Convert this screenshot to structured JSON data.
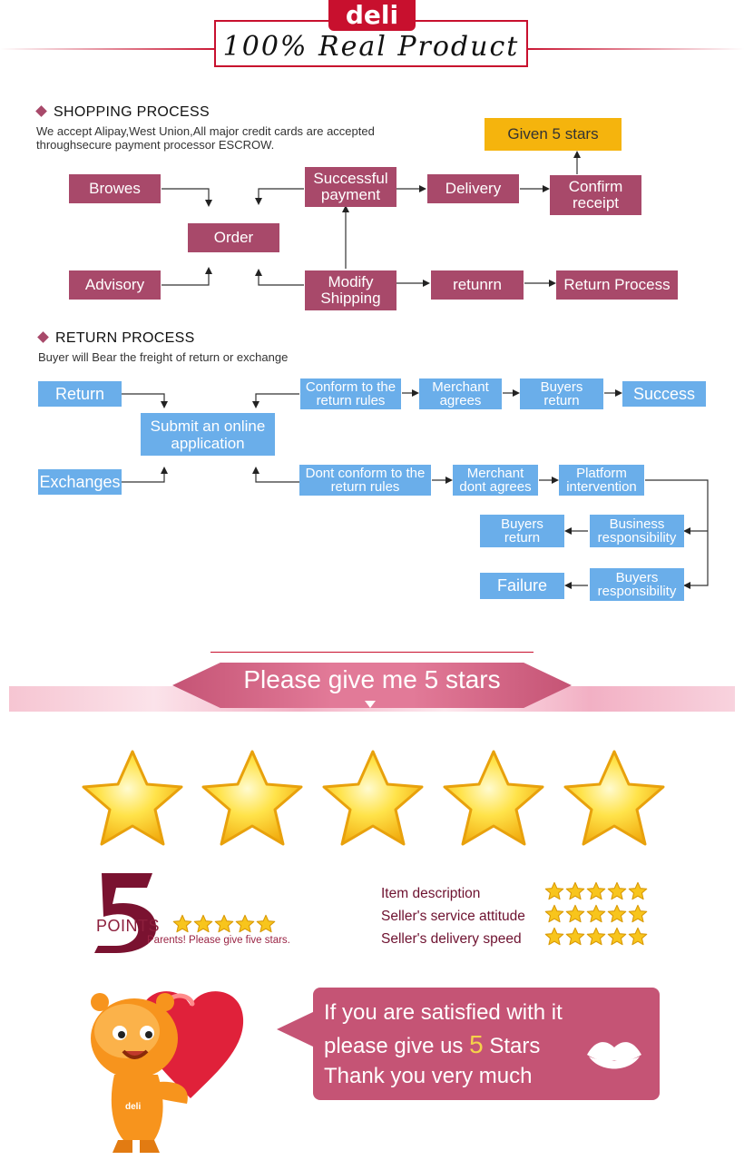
{
  "header": {
    "brand": "deli",
    "title": "100% Real Product"
  },
  "shopping": {
    "title": "SHOPPING PROCESS",
    "desc_line1": "We accept Alipay,West Union,All major credit cards are accepted",
    "desc_line2": "throughsecure payment processor ESCROW.",
    "boxes": {
      "browes": "Browes",
      "advisory": "Advisory",
      "order": "Order",
      "successful_1": "Successful",
      "successful_2": "payment",
      "delivery": "Delivery",
      "confirm_1": "Confirm",
      "confirm_2": "receipt",
      "given": "Given 5 stars",
      "modify_1": "Modify",
      "modify_2": "Shipping",
      "returnm": "retunrn",
      "return_process": "Return Process"
    }
  },
  "returns": {
    "title": "RETURN PROCESS",
    "desc": "Buyer will Bear the freight of return or exchange",
    "boxes": {
      "return": "Return",
      "exchanges": "Exchanges",
      "submit_1": "Submit an online",
      "submit_2": "application",
      "conform_1": "Conform to the",
      "conform_2": "return rules",
      "merchant_1": "Merchant",
      "merchant_2": "agrees",
      "buyers_1": "Buyers",
      "buyers_2": "return",
      "success": "Success",
      "dont_1": "Dont conform to the",
      "dont_2": "return rules",
      "mdont_1": "Merchant",
      "mdont_2": "dont agrees",
      "platform_1": "Platform",
      "platform_2": "intervention",
      "bret_1": "Buyers",
      "bret_2": "return",
      "business_1": "Business",
      "business_2": "responsibility",
      "failure": "Failure",
      "bresp_1": "Buyers",
      "bresp_2": "responsibility"
    }
  },
  "banner": {
    "text": "Please give me 5 stars"
  },
  "points": {
    "number": "5",
    "label": "POINTS",
    "sub": "Parents! Please give five stars.",
    "stars": 5,
    "ratings": [
      {
        "label": "Item description",
        "stars": 5
      },
      {
        "label": "Seller's service attitude",
        "stars": 5
      },
      {
        "label": "Seller's delivery speed",
        "stars": 5
      }
    ]
  },
  "thanks": {
    "line1": "If you are satisfied with it",
    "line2_a": "please give us",
    "line2_num": "5",
    "line2_b": "Stars",
    "line3": "Thank you very much",
    "mascot_text": "deli"
  },
  "colors": {
    "accent_red": "#c8102e",
    "purple_box": "#a8496a",
    "blue_box": "#6aaeea",
    "gold": "#f5b40d",
    "pink": "#c55475"
  },
  "icons": [
    "diamond-bullet-icon",
    "star-icon",
    "lips-icon",
    "heart-icon"
  ]
}
